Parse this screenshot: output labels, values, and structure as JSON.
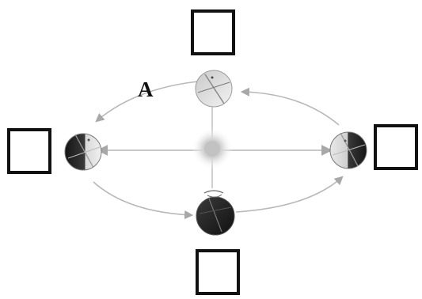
{
  "diagram": {
    "label": "A",
    "answer_boxes": [
      "top",
      "left",
      "right",
      "bottom"
    ],
    "colors": {
      "orbit": "#b8b8b8",
      "axis_line": "#c8c8c8",
      "sun": "#cfcfcf",
      "box_border": "#111111",
      "planet_dark": "#202020",
      "planet_light": "#e6e6e6"
    }
  }
}
